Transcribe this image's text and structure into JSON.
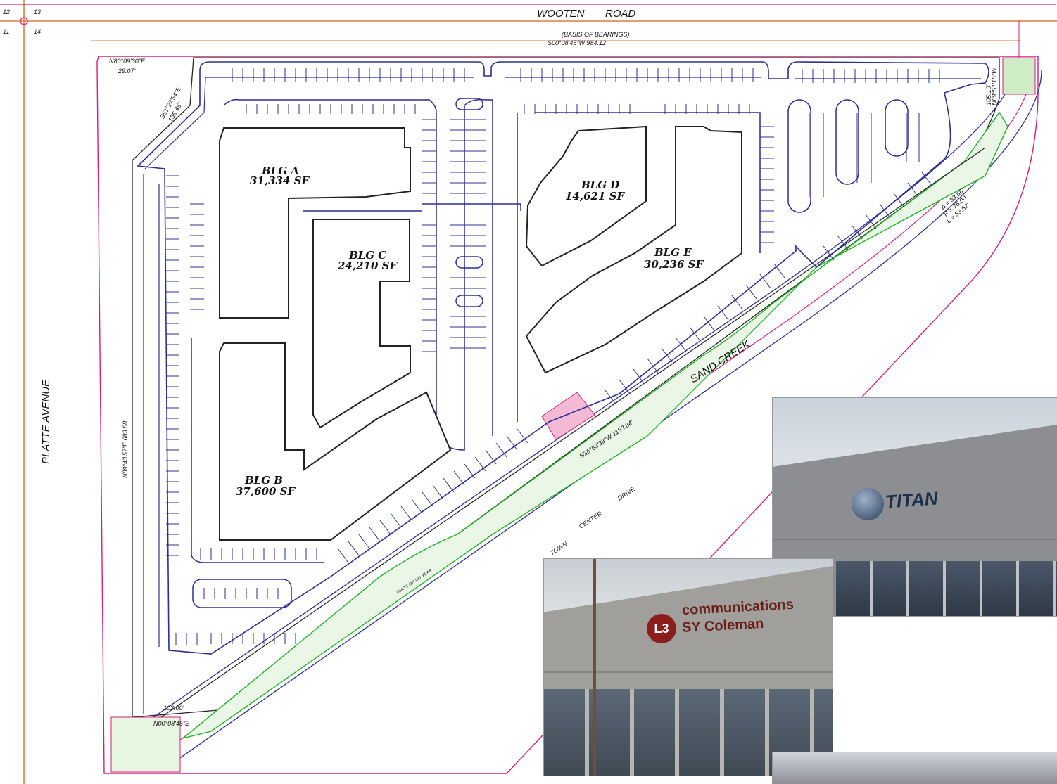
{
  "corner_marks": {
    "tl": "12",
    "tr": "13",
    "bl": "11",
    "br": "14"
  },
  "roads": {
    "top_1": "WOOTEN",
    "top_2": "ROAD",
    "left": "PLATTE   AVENUE",
    "creek": "SAND CREEK",
    "diag_1": "TOWN",
    "diag_2": "CENTER",
    "diag_3": "DRIVE"
  },
  "survey": {
    "basis": "(BASIS OF BEARINGS)",
    "top_bearing": "S00°08'45\"W    984.12'",
    "nw_bearing": "N80°09'30\"E",
    "nw_dist": "29.07'",
    "diag_nw": "S51°27'54\"E",
    "diag_nw_dist": "155.45'",
    "left_bearing": "N89°43'57\"E  683.88'",
    "ne_bearing": "N89°51'15\"W",
    "ne_dist": "105.10'",
    "curve_1": "Δ = 53.66'",
    "curve_2": "R = 75.00'",
    "curve_3": "L = 53.57'",
    "creek_bearing": "N36°53'33\"W  1153.84'",
    "bottom_dist": "103.00'",
    "bottom_bearing": "N00°08'45\"E",
    "row_label": "LIMITS OF 100-YEAR"
  },
  "buildings": [
    {
      "name": "BLG A",
      "area": "31,334 SF"
    },
    {
      "name": "BLG B",
      "area": "37,600 SF"
    },
    {
      "name": "BLG C",
      "area": "24,210 SF"
    },
    {
      "name": "BLG D",
      "area": "14,621 SF"
    },
    {
      "name": "BLG E",
      "area": "30,236 SF"
    }
  ],
  "photos": {
    "titan": {
      "sign": "TITAN"
    },
    "l3": {
      "logo": "L3",
      "line1": "communications",
      "line2": "SY Coleman"
    }
  },
  "colors": {
    "curb": "#2b2f8f",
    "property": "#d4207a",
    "road_line": "#e07a3a",
    "creek": "#22b024",
    "building": "#222222"
  }
}
